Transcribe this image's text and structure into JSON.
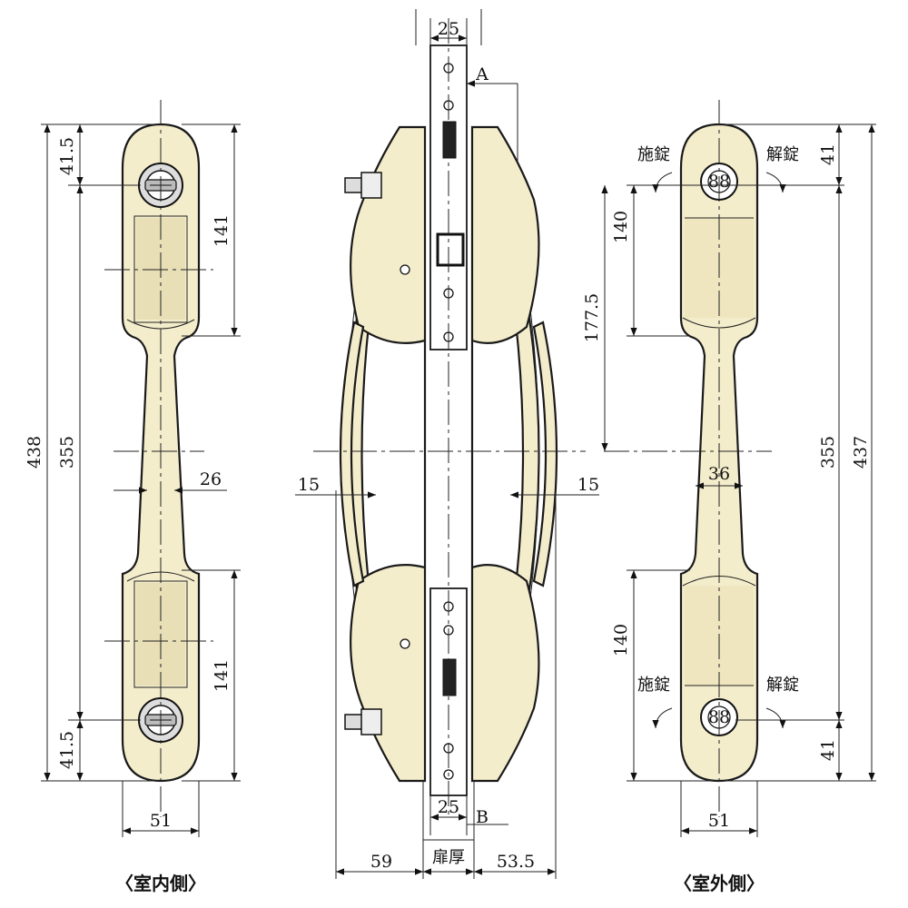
{
  "labels": {
    "indoor_caption": "〈室内側〉",
    "outdoor_caption": "〈室外側〉",
    "door_thickness": "扉厚",
    "lock": "施錠",
    "unlock": "解錠",
    "section_a": "A",
    "section_b": "B",
    "key_mark": "88"
  },
  "dimensions": {
    "indoor": {
      "top_offset": "41.5",
      "bottom_offset": "41.5",
      "grip_top": "141",
      "grip_bottom": "141",
      "pitch": "355",
      "overall": "438",
      "bar_width": "26",
      "base_width": "51"
    },
    "side": {
      "plate_top": "25",
      "plate_bottom": "25",
      "left_depth": "15",
      "right_depth": "15",
      "left_projection": "59",
      "right_projection": "53.5"
    },
    "outdoor": {
      "top_offset": "41",
      "bottom_offset": "41",
      "grip_top": "140",
      "grip_bottom": "140",
      "center_to_top": "177.5",
      "pitch": "355",
      "overall": "437",
      "bar_width": "36",
      "base_width": "51"
    }
  }
}
